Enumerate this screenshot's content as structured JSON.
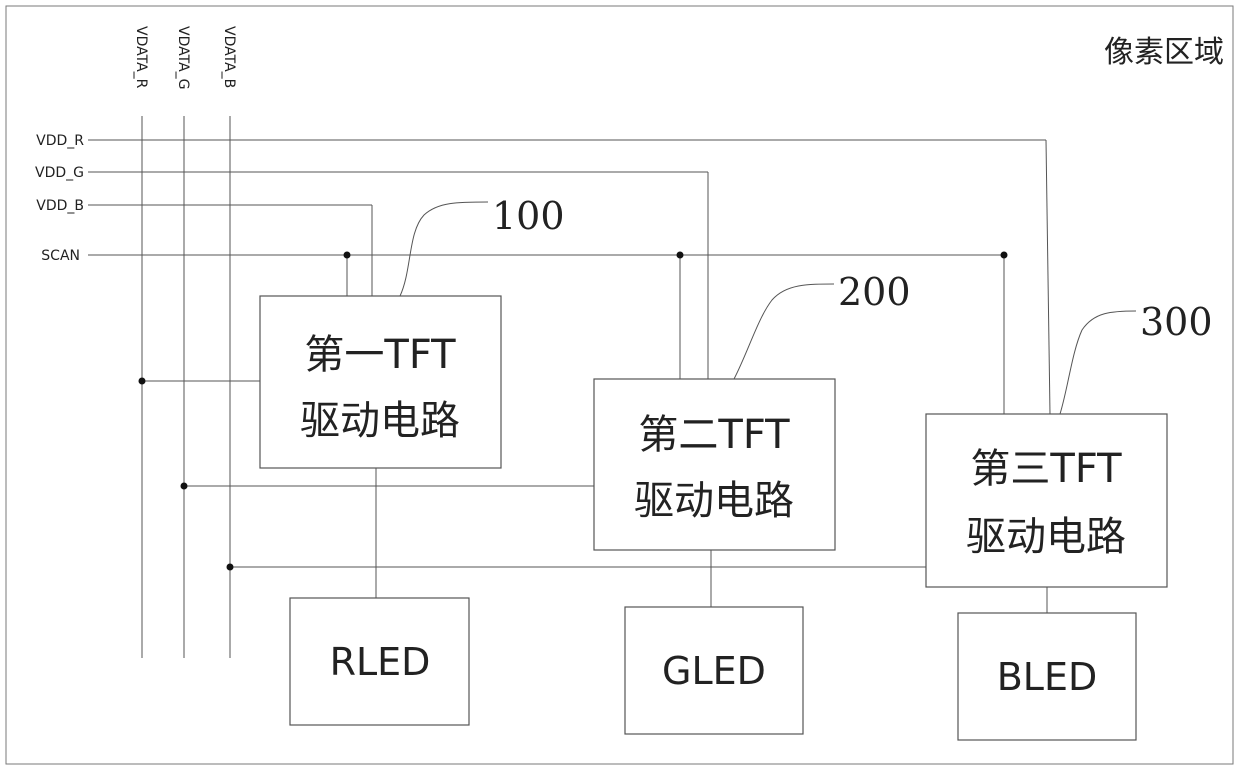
{
  "region_label": "像素区域",
  "lines": {
    "vdata_r": "VDATA_R",
    "vdata_g": "VDATA_G",
    "vdata_b": "VDATA_B",
    "vdd_r": "VDD_R",
    "vdd_g": "VDD_G",
    "vdd_b": "VDD_B",
    "scan": "SCAN"
  },
  "circuits": [
    {
      "ref": "100",
      "line1": "第一TFT",
      "line2": "驱动电路",
      "led": "RLED"
    },
    {
      "ref": "200",
      "line1": "第二TFT",
      "line2": "驱动电路",
      "led": "GLED"
    },
    {
      "ref": "300",
      "line1": "第三TFT",
      "line2": "驱动电路",
      "led": "BLED"
    }
  ]
}
